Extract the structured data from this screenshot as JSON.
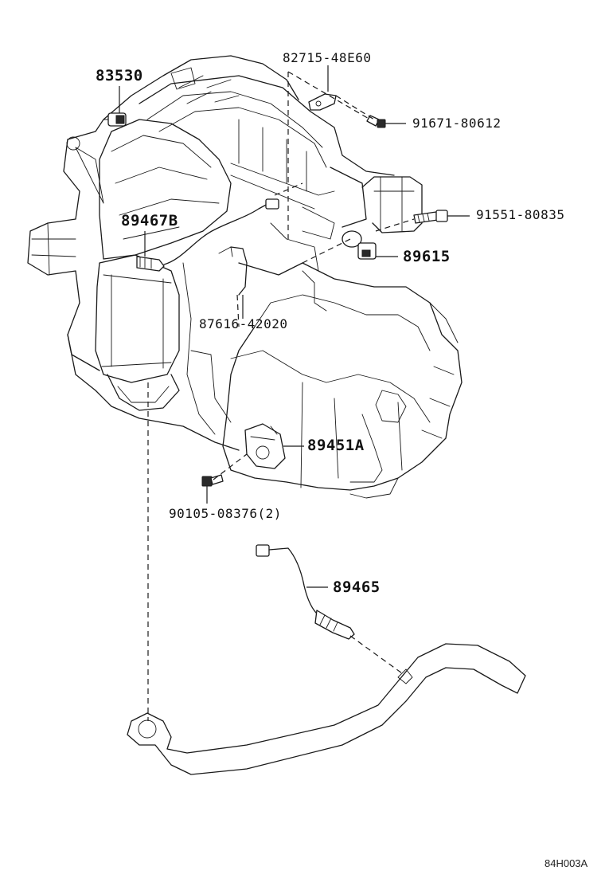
{
  "diagram": {
    "labels": {
      "p83530": "83530",
      "p82715": "82715-48E60",
      "p91671": "91671-80612",
      "p91551": "91551-80835",
      "p89467b": "89467B",
      "p89615": "89615",
      "p87616": "87616-42020",
      "p89451a": "89451A",
      "p90105": "90105-08376(2)",
      "p89465": "89465"
    },
    "figure_code": "84H003A"
  }
}
